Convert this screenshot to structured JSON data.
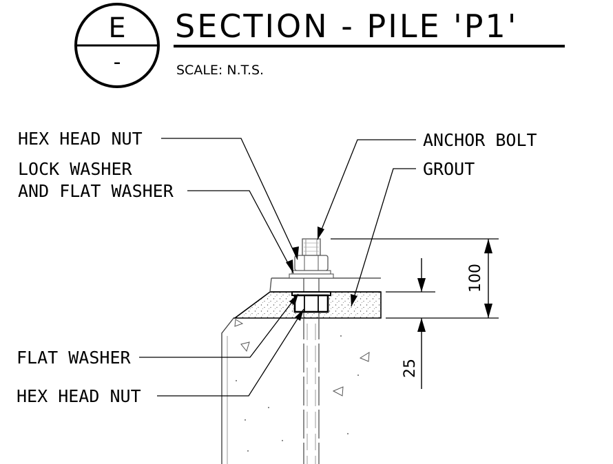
{
  "title": {
    "heading": "SECTION - PILE 'P1'",
    "scale": "SCALE: N.T.S.",
    "bubble_letter": "E",
    "bubble_number": "-"
  },
  "labels": {
    "hex_head_nut_top": "HEX HEAD NUT",
    "lock_washer_line1": "LOCK WASHER",
    "lock_washer_line2": "AND FLAT WASHER",
    "anchor_bolt": "ANCHOR BOLT",
    "grout": "GROUT",
    "flat_washer": "FLAT WASHER",
    "hex_head_nut_bottom": "HEX HEAD NUT"
  },
  "dimensions": {
    "projection": "100",
    "grout_thickness": "25"
  }
}
